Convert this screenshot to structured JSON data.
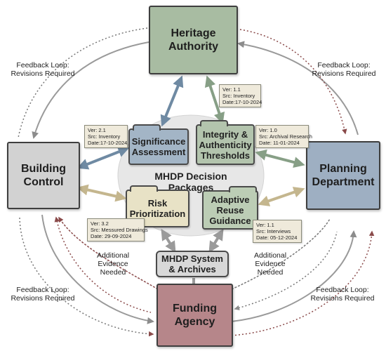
{
  "stakeholders": {
    "heritage": "Heritage\nAuthority",
    "building": "Building\nControl",
    "planning": "Planning\nDepartment",
    "funding": "Funding\nAgency"
  },
  "center": {
    "title": "MHDP Decision\nPackages"
  },
  "packages": {
    "significance": "Significance\nAssessment",
    "integrity": "Integrity &\nAuthenticity\nThresholds",
    "risk": "Risk\nPrioritization",
    "adaptive": "Adaptive\nReuse\nGuidance"
  },
  "system": "MHDP System\n& Archives",
  "notes": {
    "significance": [
      "Ver: 2.1",
      "Src: Inventory",
      "Date:17-10-2024"
    ],
    "heritage": [
      "Ver: 1.1",
      "Src: Inventory",
      "Date:17-10-2024"
    ],
    "integrity": [
      "Ver: 1.0",
      "Src: Archival Research",
      "Date: 11-01-2024"
    ],
    "risk": [
      "Ver: 3.2",
      "Src: Messured Drawings",
      "Date: 29-09-2024"
    ],
    "adaptive": [
      "Ver: 1.1",
      "Src: Interviews",
      "Date: 05-12-2024"
    ]
  },
  "labels": {
    "feedback_tl": "Feedback Loop:\nRevisions Required",
    "feedback_tr": "Feedback Loop:\nRevisions Required",
    "feedback_bl": "Feedback Loop:\nRevisions Required",
    "feedback_br": "Feedback Loop:\nRevisions Required",
    "evidence_l": "Additional\nEvidence\nNeeded",
    "evidence_r": "Additional\nEvidence\nNeeded"
  },
  "colors": {
    "heritage": "#a8bca2",
    "building": "#d2d2d2",
    "planning": "#9eafc2",
    "funding": "#b6868a",
    "significance": "#a3b5c6",
    "integrity": "#b3c4ad",
    "risk": "#e8e2c6",
    "adaptive": "#bccdb5",
    "system": "#d8d8d8",
    "arrow_blue": "#6f8aa3",
    "arrow_green": "#879f86",
    "arrow_tan": "#c4b68e",
    "arrow_grey": "#9a9a9a",
    "arrow_red": "#8a4a4a"
  }
}
